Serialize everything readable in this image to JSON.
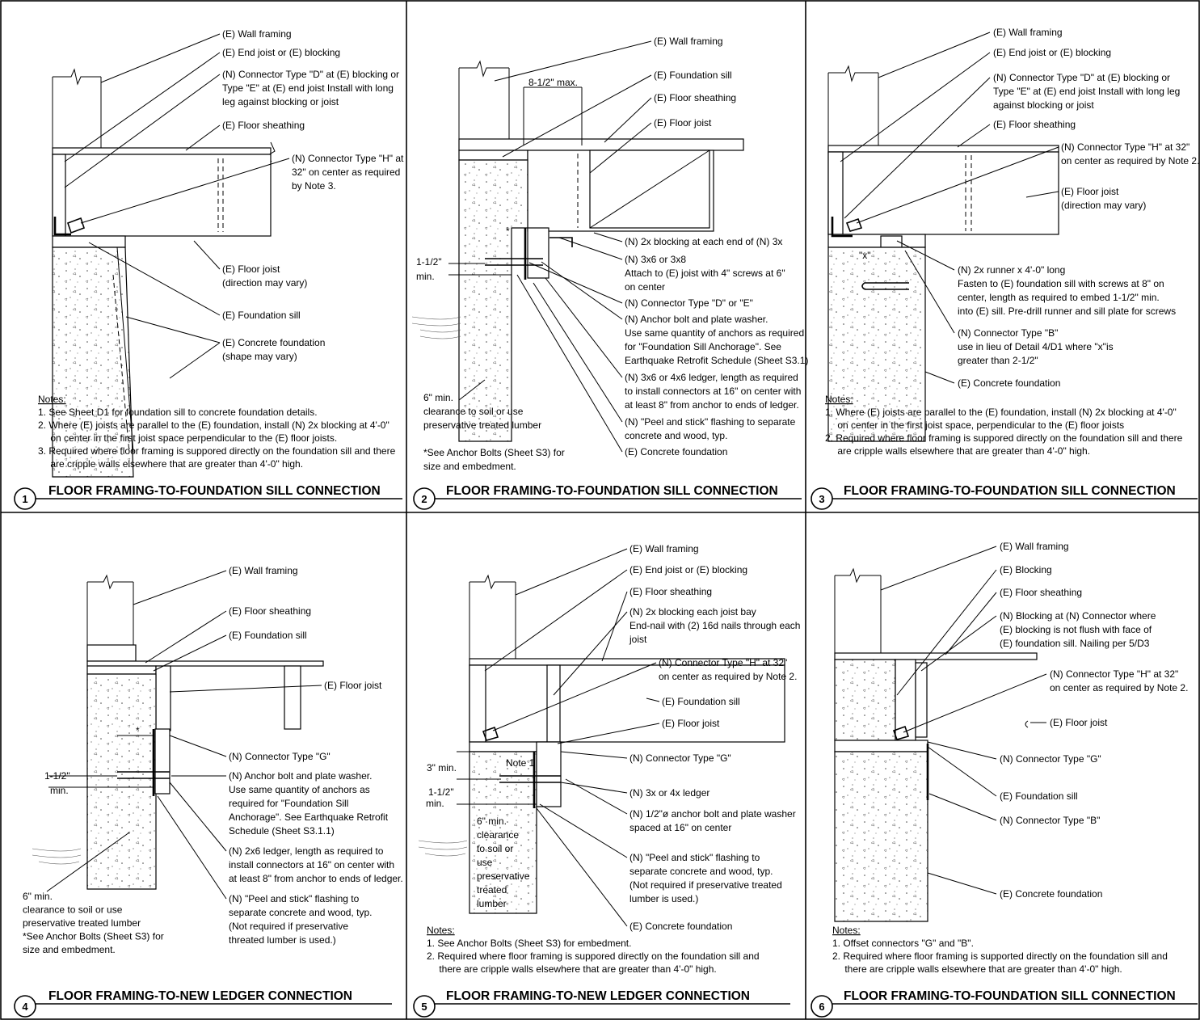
{
  "details": [
    {
      "number": "1",
      "title": "FLOOR FRAMING-TO-FOUNDATION SILL CONNECTION",
      "labels": [
        [
          "(E) Wall framing"
        ],
        [
          "(E) End joist or (E) blocking"
        ],
        [
          "(N) Connector Type \"D\" at (E) blocking or",
          "Type \"E\" at (E) end joist Install with long",
          "leg against blocking or joist"
        ],
        [
          "(E) Floor sheathing"
        ],
        [
          "(N) Connector Type \"H\" at",
          "32\" on center as required",
          "by Note 3."
        ],
        [
          "(E) Floor joist",
          "(direction may vary)"
        ],
        [
          "(E) Foundation sill"
        ],
        [
          "(E) Concrete foundation",
          "(shape may vary)"
        ]
      ],
      "notes_heading": "Notes:",
      "notes": [
        "1. See Sheet D1 for foundation sill to concrete foundation details.",
        "2. Where (E) joists are parallel to the (E) foundation, install (N) 2x blocking at 4'-0\"",
        "    on center in the first joist space perpendicular to the (E) floor joists.",
        "3. Required where floor framing is suppored directly on the foundation sill and there",
        "    are cripple walls elsewhere that are greater than 4'-0\" high."
      ],
      "dims": []
    },
    {
      "number": "2",
      "title": "FLOOR FRAMING-TO-FOUNDATION SILL CONNECTION",
      "labels": [
        [
          "(E) Wall framing"
        ],
        [
          "(E) Foundation sill"
        ],
        [
          "(E) Floor sheathing"
        ],
        [
          "(E) Floor joist"
        ],
        [
          "(N) 2x blocking at each end of (N) 3x"
        ],
        [
          "(N) 3x6 or 3x8",
          "Attach to (E) joist with 4\" screws at 6\"",
          "on center"
        ],
        [
          "(N) Connector Type \"D\" or \"E\""
        ],
        [
          "(N) Anchor bolt and plate washer.",
          "Use same quantity of anchors as required",
          "for \"Foundation Sill Anchorage\". See",
          "Earthquake Retrofit Schedule (Sheet S3.1)"
        ],
        [
          "(N) 3x6 or 4x6 ledger, length as required",
          "to install connectors at 16\" on center with",
          "at least 8\" from anchor to ends of ledger."
        ],
        [
          "(N) \"Peel and stick\" flashing to separate",
          "concrete and wood, typ."
        ],
        [
          "(E) Concrete foundation"
        ]
      ],
      "notes_heading": "",
      "notes": [],
      "dims": [
        "8-1/2\" max.",
        "*",
        "1-1/2\"",
        "min."
      ],
      "side_notes": [
        "6\" min.",
        "clearance to soil or use",
        "preservative treated lumber",
        "",
        "*See Anchor Bolts (Sheet S3) for",
        "size and embedment."
      ]
    },
    {
      "number": "3",
      "title": "FLOOR FRAMING-TO-FOUNDATION SILL CONNECTION",
      "labels": [
        [
          "(E) Wall framing"
        ],
        [
          "(E) End joist or (E) blocking"
        ],
        [
          "(N) Connector Type \"D\" at (E) blocking or",
          "Type \"E\" at (E) end joist Install with long leg",
          "against blocking or joist"
        ],
        [
          "(E) Floor sheathing"
        ],
        [
          "(N) Connector Type \"H\" at 32\"",
          "on center as required by Note 2."
        ],
        [
          "(E) Floor joist",
          "(direction may vary)"
        ],
        [
          "(N) 2x runner x 4'-0\" long",
          "Fasten to (E) foundation sill with screws at 8\" on",
          "center, length as required to embed 1-1/2\" min.",
          "into (E) sill. Pre-drill runner and sill plate for screws"
        ],
        [
          "(N) Connector Type \"B\"",
          "use in lieu of Detail 4/D1 where \"x\"is",
          "greater than 2-1/2\""
        ],
        [
          "(E) Concrete foundation"
        ]
      ],
      "notes_heading": "Notes:",
      "notes": [
        "1. Where (E) joists are parallel to the (E) foundation, install (N) 2x blocking at 4'-0\"",
        "    on center in the first joist space, perpendicular to the (E) floor joists",
        "2. Required where floor framing is suppored directly on the foundation sill and there",
        "    are cripple walls elsewhere that are greater than 4'-0\" high."
      ],
      "dims": [
        "\"x\""
      ]
    },
    {
      "number": "4",
      "title": "FLOOR FRAMING-TO-NEW LEDGER CONNECTION",
      "labels": [
        [
          "(E) Wall framing"
        ],
        [
          "(E) Floor sheathing"
        ],
        [
          "(E) Foundation sill"
        ],
        [
          "(E) Floor joist"
        ],
        [
          "(N) Connector Type \"G\""
        ],
        [
          "(N) Anchor bolt and plate washer.",
          "Use same quantity of anchors as",
          "required for \"Foundation Sill",
          "Anchorage\".  See Earthquake Retrofit",
          "Schedule (Sheet S3.1.1)"
        ],
        [
          "(N) 2x6 ledger, length as required to",
          "install connectors at 16\" on center with",
          "at least 8\" from anchor to ends of ledger."
        ],
        [
          "(N) \"Peel and stick\" flashing to",
          "separate concrete and wood, typ.",
          "(Not required if preservative",
          "threated lumber is used.)"
        ]
      ],
      "notes_heading": "",
      "notes": [],
      "dims": [
        "*",
        "1-1/2\"",
        "min."
      ],
      "side_notes": [
        "6\" min.",
        "clearance to soil or use",
        "preservative treated lumber",
        "*See Anchor Bolts (Sheet S3) for",
        "size and embedment."
      ]
    },
    {
      "number": "5",
      "title": "FLOOR FRAMING-TO-NEW LEDGER CONNECTION",
      "labels": [
        [
          "(E) Wall framing"
        ],
        [
          "(E) End joist or (E) blocking"
        ],
        [
          "(E) Floor sheathing"
        ],
        [
          "(N) 2x blocking each joist bay",
          "End-nail with (2) 16d nails through each",
          "joist"
        ],
        [
          "(N) Connector Type \"H\" at 32\"",
          "on center as required by Note 2."
        ],
        [
          "(E) Foundation sill"
        ],
        [
          "(E) Floor joist"
        ],
        [
          "(N) Connector Type \"G\""
        ],
        [
          "(N) 3x or 4x ledger"
        ],
        [
          "(N) 1/2\"ø anchor bolt and plate washer",
          "spaced at 16\" on center"
        ],
        [
          "(N) \"Peel and stick\" flashing to",
          "separate concrete and wood, typ.",
          "(Not required if preservative treated",
          "lumber is used.)"
        ],
        [
          "(E) Concrete foundation"
        ]
      ],
      "notes_heading": "Notes:",
      "notes": [
        "1. See Anchor Bolts (Sheet S3) for embedment.",
        "2. Required where floor framing is suppored directly on the foundation sill and",
        "    there are cripple walls elsewhere that are greater than 4'-0\" high."
      ],
      "dims": [
        "Note 1",
        "3\" min.",
        "1-1/2\"",
        "min."
      ],
      "side_notes": [
        "6\" min.",
        "clearance",
        "to soil or",
        "use",
        "preservative",
        "treated",
        "lumber"
      ]
    },
    {
      "number": "6",
      "title": "FLOOR FRAMING-TO-FOUNDATION SILL CONNECTION",
      "labels": [
        [
          "(E) Wall framing"
        ],
        [
          "(E) Blocking"
        ],
        [
          "(E) Floor sheathing"
        ],
        [
          "(N) Blocking at (N) Connector where",
          "(E) blocking is not flush with face of",
          "(E) foundation sill. Nailing per 5/D3"
        ],
        [
          "(N) Connector Type \"H\" at 32\"",
          "on center as required by Note 2."
        ],
        [
          "(E) Floor joist"
        ],
        [
          "(N) Connector Type \"G\""
        ],
        [
          "(E) Foundation sill"
        ],
        [
          "(N) Connector Type \"B\""
        ],
        [
          "(E) Concrete foundation"
        ]
      ],
      "notes_heading": "Notes:",
      "notes": [
        "1. Offset connectors \"G\" and \"B\".",
        "2. Required where floor framing is supported directly on the foundation sill and",
        "    there are cripple walls elsewhere that are greater than 4'-0\" high."
      ],
      "dims": []
    }
  ]
}
